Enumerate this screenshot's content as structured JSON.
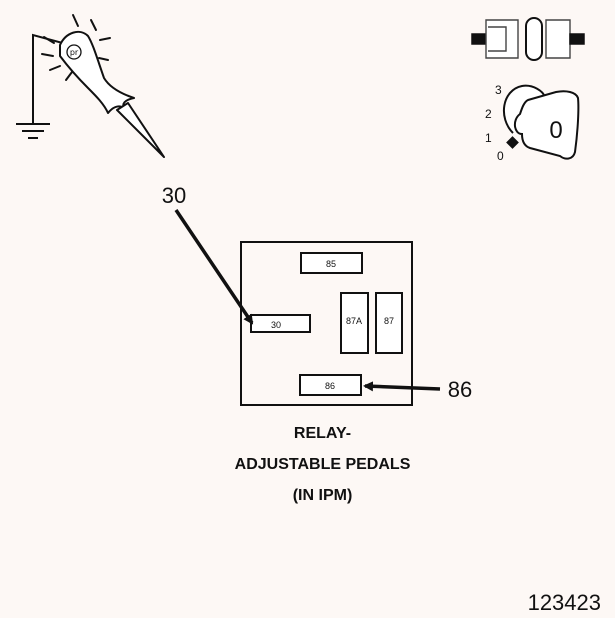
{
  "callouts": {
    "pin_30": "30",
    "pin_86": "86"
  },
  "relay_block": {
    "terminals": {
      "t85": "85",
      "t30": "30",
      "t87a": "87A",
      "t87": "87",
      "t86": "86"
    }
  },
  "probe": {
    "logo": "pr"
  },
  "key_switch": {
    "positions": {
      "p3": "3",
      "p2": "2",
      "p1": "1",
      "p0": "0"
    },
    "key_label": "0"
  },
  "caption": {
    "line1": "RELAY-",
    "line2": "ADJUSTABLE PEDALS",
    "line3": "(IN IPM)"
  },
  "figure_number": "123423",
  "colors": {
    "ink": "#111111",
    "paper": "#fdf8f5",
    "fill": "#ffffff"
  }
}
